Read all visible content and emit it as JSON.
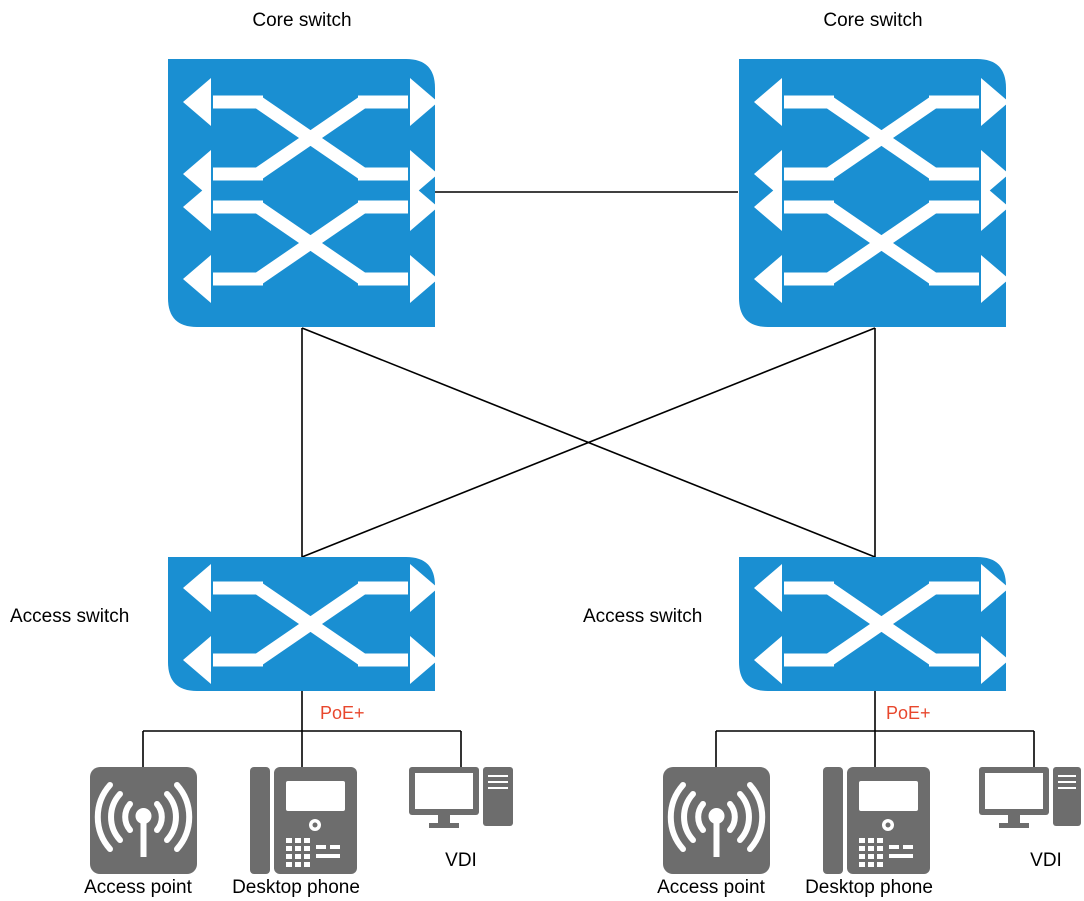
{
  "colors": {
    "switch_fill": "#1a8fd2",
    "device_fill": "#6d6d6d",
    "link": "#000000",
    "poe_label": "#e8472d",
    "arrow": "#ffffff"
  },
  "core_switches": [
    {
      "label": "Core switch",
      "icon": "core-switch-icon"
    },
    {
      "label": "Core switch",
      "icon": "core-switch-icon"
    }
  ],
  "access_switches": [
    {
      "label": "Access switch",
      "icon": "access-switch-icon",
      "poe_label": "PoE+"
    },
    {
      "label": "Access switch",
      "icon": "access-switch-icon",
      "poe_label": "PoE+"
    }
  ],
  "endpoints": [
    [
      {
        "label": "Access point",
        "icon": "wireless-access-point-icon"
      },
      {
        "label": "Desktop phone",
        "icon": "desktop-phone-icon"
      },
      {
        "label": "VDI",
        "icon": "desktop-computer-icon"
      }
    ],
    [
      {
        "label": "Access point",
        "icon": "wireless-access-point-icon"
      },
      {
        "label": "Desktop phone",
        "icon": "desktop-phone-icon"
      },
      {
        "label": "VDI",
        "icon": "desktop-computer-icon"
      }
    ]
  ]
}
